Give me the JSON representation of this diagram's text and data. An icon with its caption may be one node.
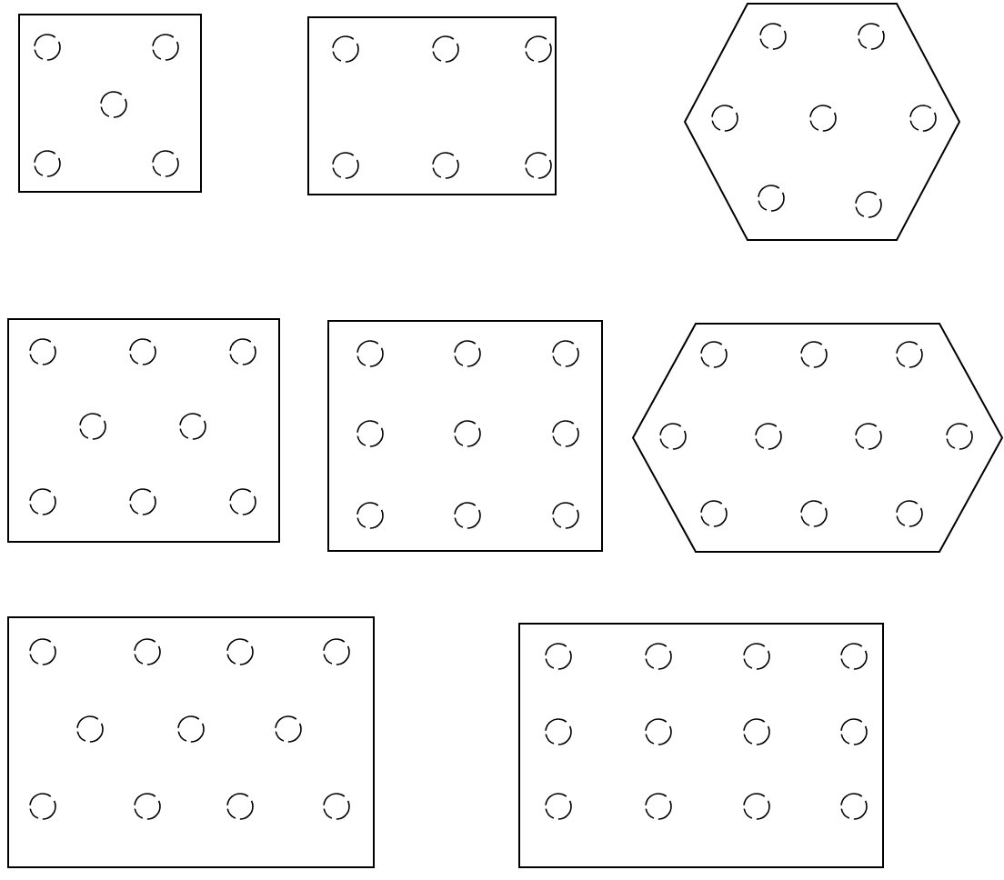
{
  "diagram": {
    "nodes": [
      {
        "text": [],
        "shape": "box"
      },
      {
        "text": [],
        "shape": "circle",
        "in": 0
      },
      {
        "text": [],
        "shape": "circle",
        "in": 0
      },
      {
        "text": [],
        "shape": "circle",
        "in": 0
      },
      {
        "text": [],
        "shape": "circle",
        "in": 0
      },
      {
        "text": [],
        "shape": "circle",
        "in": 0
      },
      {
        "text": [],
        "shape": "box"
      },
      {
        "text": [],
        "shape": "circle",
        "in": 6
      },
      {
        "text": [],
        "shape": "circle",
        "in": 6
      },
      {
        "text": [],
        "shape": "circle",
        "in": 6
      },
      {
        "text": [],
        "shape": "circle",
        "in": 6
      },
      {
        "text": [],
        "shape": "circle",
        "in": 6
      },
      {
        "text": [],
        "shape": "circle",
        "in": 6
      },
      {
        "text": [],
        "shape": "hexagon"
      },
      {
        "text": [],
        "shape": "circle",
        "in": 13
      },
      {
        "text": [],
        "shape": "circle",
        "in": 13
      },
      {
        "text": [],
        "shape": "circle",
        "in": 13
      },
      {
        "text": [],
        "shape": "circle",
        "in": 13
      },
      {
        "text": [],
        "shape": "circle",
        "in": 13
      },
      {
        "text": [],
        "shape": "circle",
        "in": 13
      },
      {
        "text": [],
        "shape": "circle",
        "in": 13
      },
      {
        "text": [],
        "shape": "box"
      },
      {
        "text": [],
        "shape": "circle",
        "in": 21
      },
      {
        "text": [],
        "shape": "circle",
        "in": 21
      },
      {
        "text": [],
        "shape": "circle",
        "in": 21
      },
      {
        "text": [],
        "shape": "circle",
        "in": 21
      },
      {
        "text": [],
        "shape": "circle",
        "in": 21
      },
      {
        "text": [],
        "shape": "circle",
        "in": 21
      },
      {
        "text": [],
        "shape": "circle",
        "in": 21
      },
      {
        "text": [],
        "shape": "circle",
        "in": 21
      },
      {
        "text": [],
        "shape": "box"
      },
      {
        "text": [],
        "shape": "circle",
        "in": 30
      },
      {
        "text": [],
        "shape": "circle",
        "in": 30
      },
      {
        "text": [],
        "shape": "circle",
        "in": 30
      },
      {
        "text": [],
        "shape": "circle",
        "in": 30
      },
      {
        "text": [],
        "shape": "circle",
        "in": 30
      },
      {
        "text": [],
        "shape": "circle",
        "in": 30
      },
      {
        "text": [],
        "shape": "circle",
        "in": 30
      },
      {
        "text": [],
        "shape": "circle",
        "in": 30
      },
      {
        "text": [],
        "shape": "circle",
        "in": 30
      },
      {
        "text": [],
        "shape": "hexagon"
      },
      {
        "text": [],
        "shape": "circle",
        "in": 40
      },
      {
        "text": [],
        "shape": "circle",
        "in": 40
      },
      {
        "text": [],
        "shape": "circle",
        "in": 40
      },
      {
        "text": [],
        "shape": "circle",
        "in": 40
      },
      {
        "text": [],
        "shape": "circle",
        "in": 40
      },
      {
        "text": [],
        "shape": "circle",
        "in": 40
      },
      {
        "text": [],
        "shape": "circle",
        "in": 40
      },
      {
        "text": [],
        "shape": "circle",
        "in": 40
      },
      {
        "text": [],
        "shape": "circle",
        "in": 40
      },
      {
        "text": [],
        "shape": "circle",
        "in": 40
      },
      {
        "text": [],
        "shape": "box"
      },
      {
        "text": [],
        "shape": "circle",
        "in": 51
      },
      {
        "text": [],
        "shape": "circle",
        "in": 51
      },
      {
        "text": [],
        "shape": "circle",
        "in": 51
      },
      {
        "text": [],
        "shape": "circle",
        "in": 51
      },
      {
        "text": [],
        "shape": "circle",
        "in": 51
      },
      {
        "text": [],
        "shape": "circle",
        "in": 51
      },
      {
        "text": [],
        "shape": "circle",
        "in": 51
      },
      {
        "text": [],
        "shape": "circle",
        "in": 51
      },
      {
        "text": [],
        "shape": "circle",
        "in": 51
      },
      {
        "text": [],
        "shape": "circle",
        "in": 51
      },
      {
        "text": [],
        "shape": "circle",
        "in": 51
      },
      {
        "text": [],
        "shape": "box"
      },
      {
        "text": [],
        "shape": "circle",
        "in": 63
      },
      {
        "text": [],
        "shape": "circle",
        "in": 63
      },
      {
        "text": [],
        "shape": "circle",
        "in": 63
      },
      {
        "text": [],
        "shape": "circle",
        "in": 63
      },
      {
        "text": [],
        "shape": "circle",
        "in": 63
      },
      {
        "text": [],
        "shape": "circle",
        "in": 63
      },
      {
        "text": [],
        "shape": "circle",
        "in": 63
      },
      {
        "text": [],
        "shape": "circle",
        "in": 63
      },
      {
        "text": [],
        "shape": "circle",
        "in": 63
      },
      {
        "text": [],
        "shape": "circle",
        "in": 63
      },
      {
        "text": [],
        "shape": "circle",
        "in": 63
      },
      {
        "text": [],
        "shape": "circle",
        "in": 63
      }
    ]
  }
}
